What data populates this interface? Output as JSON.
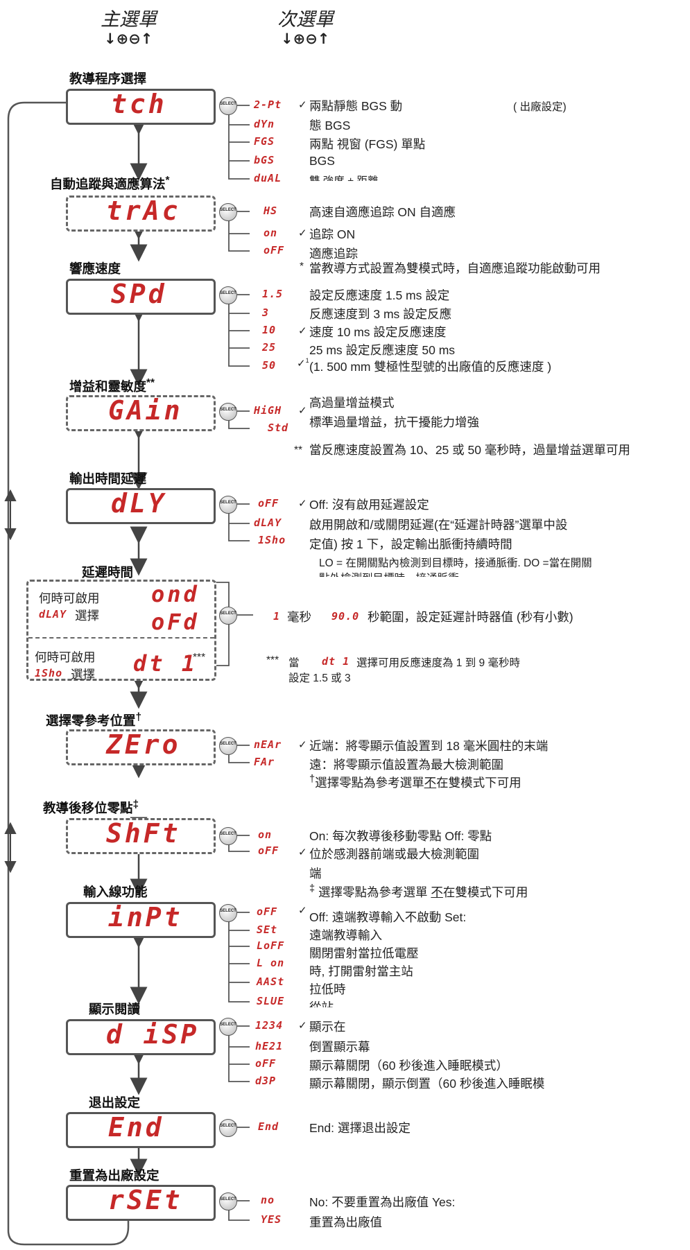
{
  "headers": {
    "main_menu": "主選單",
    "sub_menu": "次選單",
    "nav_symbols": "↓⊕⊖↑"
  },
  "select_label": "SELECT",
  "factory_default_note": "( 出廠設定)",
  "sections": {
    "tch": {
      "title": "教導程序選擇",
      "display": "tch",
      "options": [
        "2-Pt",
        "dYn",
        "FGS",
        "bGS",
        "duAL"
      ],
      "descriptions": [
        "兩點靜態 BGS 動",
        "態 BGS",
        "兩點 視窗 (FGS) 單點",
        "BGS",
        "雙 強度 + 距離"
      ]
    },
    "trac": {
      "title": "自動追蹤與適應算法",
      "title_mark": "*",
      "display": "trAc",
      "options": [
        "HS",
        "on",
        "oFF"
      ],
      "descriptions": [
        "高速自適應追踪 ON 自適應",
        "追踪 ON",
        "適應追踪"
      ],
      "note_mark": "*",
      "note": "當教導方式設置為雙模式時，自適應追蹤功能啟動可用"
    },
    "spd": {
      "title": "響應速度",
      "display": "SPd",
      "options": [
        "1.5",
        "3",
        "10",
        "25",
        "50"
      ],
      "descriptions": [
        "設定反應速度 1.5 ms 設定",
        "反應速度到 3 ms 設定反應",
        "速度 10 ms 設定反應速度",
        "25 ms 設定反應速度 50 ms",
        "(1. 500 mm 雙極性型號的出廠值的反應速度 )"
      ],
      "sup_mark": "1"
    },
    "gain": {
      "title": "增益和靈敏度",
      "title_mark": "**",
      "display": "GAin",
      "options": [
        "HiGH",
        "Std"
      ],
      "descriptions": [
        "高過量增益模式",
        "標準過量增益，抗干擾能力增強"
      ],
      "note_mark": "**",
      "note": "當反應速度設置為 10、25 或 50 毫秒時，過量增益選單可用"
    },
    "dly": {
      "title": "輸出時間延遲",
      "display": "dLY",
      "options": [
        "oFF",
        "dLAY",
        "1Sho"
      ],
      "descriptions": [
        "Off: 沒有啟用延遲設定",
        "啟用開啟和/或關閉延遲(在“延遲計時器”選單中設",
        "定值) 按 1 下，設定輸出脈衝持續時間"
      ],
      "lo_do_line1": "LO = 在開關點內檢測到目標時，接通脈衝. DO =當在開關",
      "lo_do_line2": "點外檢測到目標時，接通脈衝"
    },
    "delay_time": {
      "title": "延遲時間",
      "when1_label": "何時可啟用",
      "when1_code": "dLAY",
      "when1_suffix": "選擇",
      "when2_label": "何時可啟用",
      "when2_code": "1Sho",
      "when2_suffix": "選擇",
      "displays": [
        "ond",
        "oFd",
        "dt 1"
      ],
      "stars": "***",
      "range_min": "1",
      "range_unit_min": "毫秒",
      "range_max": "90.0",
      "range_text": "秒範圍，設定延遲計時器值 (秒有小數)",
      "note_mark": "***",
      "note_prefix": "當",
      "note_code": "dt 1",
      "note_text": "選擇可用反應速度為 1 到 9 毫秒時",
      "note_line2": "設定 1.5 或 3"
    },
    "zero": {
      "title": "選擇零參考位置",
      "title_mark": "†",
      "display": "ZEro",
      "options": [
        "nEAr",
        "FAr"
      ],
      "descriptions": [
        "近端：將零顯示值設置到 18 毫米圓柱的末端",
        "遠：將零顯示值設置為最大檢測範圍"
      ],
      "note_mark": "†",
      "note_pre": "選擇零點為參考選單",
      "note_under": "不",
      "note_post": "在雙模式下可用"
    },
    "shft": {
      "title": "教導後移位零點",
      "title_mark": "‡",
      "display": "ShFt",
      "options": [
        "on",
        "oFF"
      ],
      "descriptions": [
        "On: 每次教導後移動零點 Off: 零點",
        "位於感測器前端或最大檢測範圍",
        "端"
      ],
      "note_mark": "‡",
      "note_pre": "選擇零點為參考選單 ",
      "note_under": "不",
      "note_post": "在雙模式下可用"
    },
    "inpt": {
      "title": "輸入線功能",
      "display": "inPt",
      "options": [
        "oFF",
        "SEt",
        "LoFF",
        "L on",
        "AASt",
        "SLUE"
      ],
      "descriptions": [
        "Off: 遠端教導輸入不啟動 Set:",
        "遠端教導輸入",
        "關閉雷射當拉低電壓",
        "時, 打開雷射當主站",
        "拉低時",
        "從站"
      ]
    },
    "disp": {
      "title": "顯示閱讀",
      "display": "d iSP",
      "options": [
        "1234",
        "hE21",
        "oFF",
        "d3P"
      ],
      "descriptions": [
        "顯示在",
        "倒置顯示幕",
        "顯示幕關閉（60 秒後進入睡眠模式）",
        "顯示幕關閉，顯示倒置（60 秒後進入睡眠模"
      ]
    },
    "end": {
      "title": "退出設定",
      "display": "End",
      "options": [
        "End"
      ],
      "descriptions": [
        "End: 選擇退出設定"
      ]
    },
    "rset": {
      "title": "重置為出廠設定",
      "display": "rSEt",
      "options": [
        "no",
        "YES"
      ],
      "descriptions": [
        "No: 不要重置為出廠值 Yes:",
        "重置為出廠值"
      ]
    }
  },
  "colors": {
    "segment_red": "#c62828",
    "line_gray": "#555555"
  }
}
